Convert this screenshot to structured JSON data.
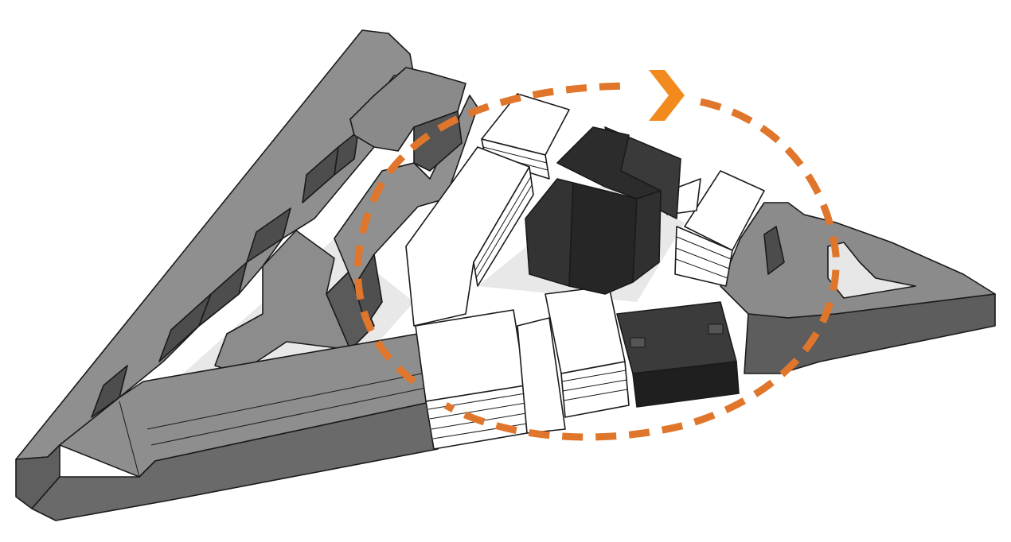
{
  "diagram": {
    "kind": "axonometric massing model",
    "colors": {
      "existing_light": "#8c8c8c",
      "existing_mid": "#6f6f6f",
      "existing_dark": "#4a4a4a",
      "new_white": "#ffffff",
      "new_dark": "#2b2b2b",
      "accent_path": "#e0762b",
      "arrow": "#f28a1e"
    },
    "path": {
      "style": "dashed-loop",
      "arrow": "chevron-right"
    }
  }
}
